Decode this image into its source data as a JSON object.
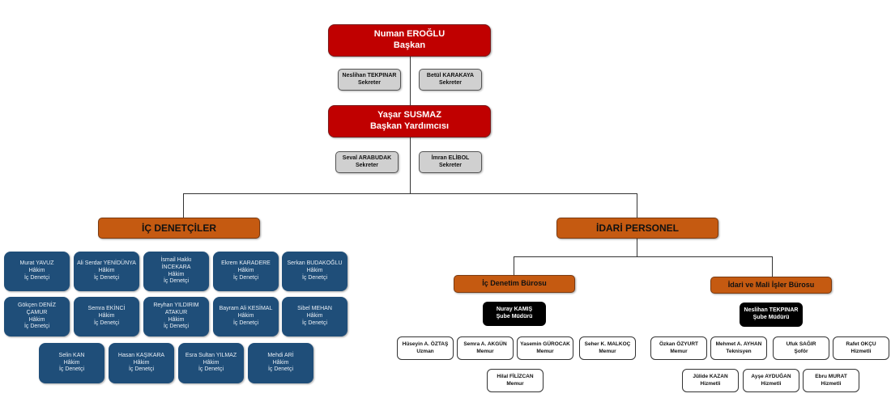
{
  "president": {
    "name": "Numan EROĞLU",
    "title": "Başkan"
  },
  "president_secretaries": [
    {
      "name": "Neslihan TEKPINAR",
      "title": "Sekreter"
    },
    {
      "name": "Betül KARAKAYA",
      "title": "Sekreter"
    }
  ],
  "vice_president": {
    "name": "Yaşar SUSMAZ",
    "title": "Başkan Yardımcısı"
  },
  "vice_secretaries": [
    {
      "name": "Seval ARABUDAK",
      "title": "Sekreter"
    },
    {
      "name": "İmran ELİBOL",
      "title": "Sekreter"
    }
  ],
  "internal_auditors": {
    "heading": "İÇ DENETÇİLER",
    "members": [
      {
        "name": "Murat YAVUZ",
        "role": "Hâkim",
        "title": "İç Denetçi"
      },
      {
        "name": "Ali Serdar YENİDÜNYA",
        "role": "Hâkim",
        "title": "İç Denetçi"
      },
      {
        "name": "İsmail Hakkı İNCEKARA",
        "role": "Hâkim",
        "title": "İç Denetçi"
      },
      {
        "name": "Ekrem KARADERE",
        "role": "Hâkim",
        "title": "İç Denetçi"
      },
      {
        "name": "Serkan BUDAKOĞLU",
        "role": "Hâkim",
        "title": "İç Denetçi"
      },
      {
        "name": "Gökçen DENİZ ÇAMUR",
        "role": "Hâkim",
        "title": "İç Denetçi"
      },
      {
        "name": "Semra EKİNCİ",
        "role": "Hâkim",
        "title": "İç Denetçi"
      },
      {
        "name": "Reyhan YILDIRIM ATAKUR",
        "role": "Hâkim",
        "title": "İç Denetçi"
      },
      {
        "name": "Bayram Ali KESİMAL",
        "role": "Hâkim",
        "title": "İç Denetçi"
      },
      {
        "name": "Sibel MEHAN",
        "role": "Hâkim",
        "title": "İç Denetçi"
      },
      {
        "name": "Selin KAN",
        "role": "Hâkim",
        "title": "İç Denetçi"
      },
      {
        "name": "Hasan KAŞIKARA",
        "role": "Hâkim",
        "title": "İç Denetçi"
      },
      {
        "name": "Esra Sultan YILMAZ",
        "role": "Hâkim",
        "title": "İç Denetçi"
      },
      {
        "name": "Mehdi ARİ",
        "role": "Hâkim",
        "title": "İç Denetçi"
      }
    ]
  },
  "admin_staff": {
    "heading": "İDARİ PERSONEL",
    "audit_office": {
      "heading": "İç Denetim Bürosu",
      "manager": {
        "name": "Nuray KAMIŞ",
        "title": "Şube Müdürü"
      },
      "staff": [
        {
          "name": "Hüseyin A. ÖZTAŞ",
          "title": "Uzman"
        },
        {
          "name": "Semra A. AKGÜN",
          "title": "Memur"
        },
        {
          "name": "Yasemin GÜROCAK",
          "title": "Memur"
        },
        {
          "name": "Seher K. MALKOÇ",
          "title": "Memur"
        },
        {
          "name": "Hilal FİLİZCAN",
          "title": "Memur"
        }
      ]
    },
    "admin_office": {
      "heading": "İdari ve Mali İşler Bürosu",
      "manager": {
        "name": "Neslihan TEKPINAR",
        "title": "Şube Müdürü"
      },
      "staff": [
        {
          "name": "Özkan ÖZYURT",
          "title": "Memur"
        },
        {
          "name": "Mehmet A. AYHAN",
          "title": "Teknisyen"
        },
        {
          "name": "Ufuk SAĞIR",
          "title": "Şoför"
        },
        {
          "name": "Rafet OKÇU",
          "title": "Hizmetli"
        },
        {
          "name": "Jülide KAZAN",
          "title": "Hizmetli"
        },
        {
          "name": "Ayşe AYDUĞAN",
          "title": "Hizmetli"
        },
        {
          "name": "Ebru MURAT",
          "title": "Hizmetli"
        }
      ]
    }
  }
}
